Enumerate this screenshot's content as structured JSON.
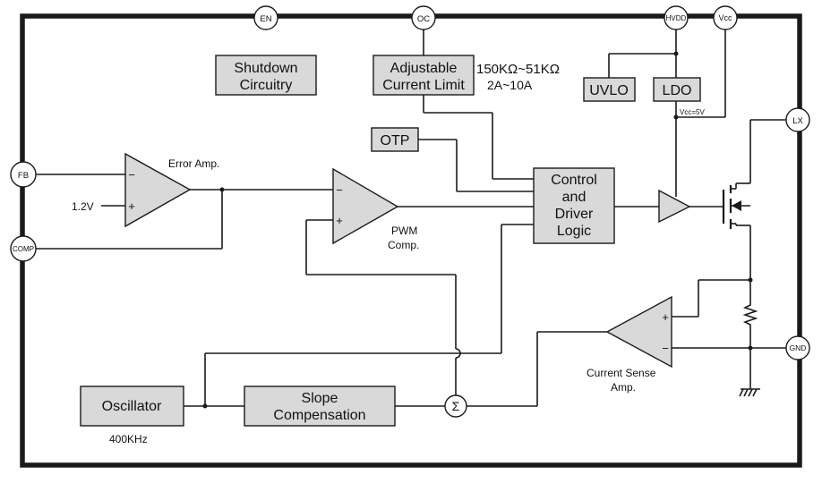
{
  "pins": {
    "en": "EN",
    "oc": "OC",
    "hvdd": "HVDD",
    "vcc": "Vcc",
    "lx": "LX",
    "fb": "FB",
    "comp": "COMP",
    "gnd": "GND"
  },
  "blocks": {
    "shutdown_line1": "Shutdown",
    "shutdown_line2": "Circuitry",
    "current_limit_line1": "Adjustable",
    "current_limit_line2": "Current Limit",
    "uvlo": "UVLO",
    "ldo": "LDO",
    "otp": "OTP",
    "control_line1": "Control",
    "control_line2": "and",
    "control_line3": "Driver",
    "control_line4": "Logic",
    "oscillator": "Oscillator",
    "slope_line1": "Slope",
    "slope_line2": "Compensation"
  },
  "labels": {
    "resistor_range": "150KΩ~51KΩ",
    "current_range": "2A~10A",
    "vcc_5v": "Vcc=5V",
    "error_amp": "Error Amp.",
    "reference": "1.2V",
    "pwm_line1": "PWM",
    "pwm_line2": "Comp.",
    "current_sense_line1": "Current Sense",
    "current_sense_line2": "Amp.",
    "oscillator_freq": "400KHz",
    "sum_symbol": "Σ",
    "minus": "−",
    "plus": "+"
  }
}
